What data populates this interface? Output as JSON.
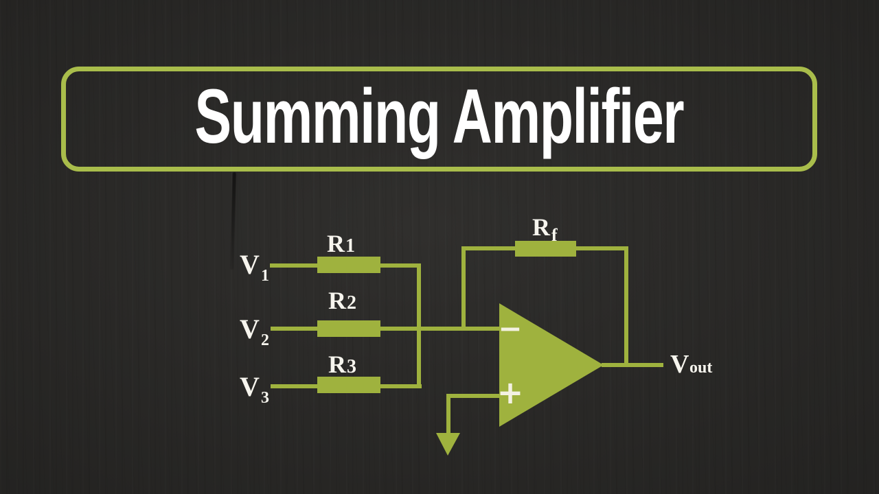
{
  "title": {
    "text": "Summing Amplifier"
  },
  "colors": {
    "background": "#2c2b29",
    "circuit_green": "#9fb23e",
    "border_green": "#a9bd4b",
    "title_text": "#ffffff",
    "label_text": "#f7f5ee",
    "opamp_symbol_text": "#f3f1e2"
  },
  "circuit": {
    "inputs": [
      {
        "label_main": "V",
        "label_sub": "1"
      },
      {
        "label_main": "V",
        "label_sub": "2"
      },
      {
        "label_main": "V",
        "label_sub": "3"
      }
    ],
    "input_resistors": [
      {
        "label_main": "R",
        "label_sub": "1"
      },
      {
        "label_main": "R",
        "label_sub": "2"
      },
      {
        "label_main": "R",
        "label_sub": "3"
      }
    ],
    "feedback_resistor": {
      "label_main": "R",
      "label_sub": "f"
    },
    "opamp": {
      "inverting_label": "−",
      "noninverting_label": "+"
    },
    "output": {
      "label_main": "V",
      "label_sub": "out"
    }
  }
}
